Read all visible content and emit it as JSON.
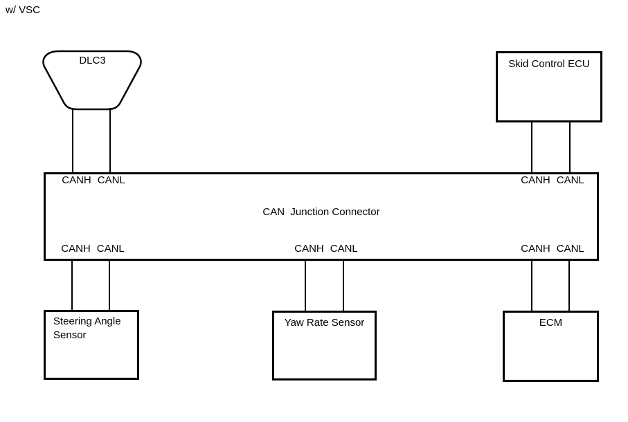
{
  "page": {
    "note": "w/ VSC"
  },
  "components": {
    "dlc3": {
      "label": "DLC3"
    },
    "skid_control_ecu": {
      "label": "Skid Control ECU"
    },
    "can_junction_connector": {
      "label": "CAN  Junction Connector"
    },
    "steering_angle_sensor": {
      "label": "Steering Angle\nSensor"
    },
    "yaw_rate_sensor": {
      "label": "Yaw Rate Sensor"
    },
    "ecm": {
      "label": "ECM"
    }
  },
  "ports": {
    "canh": "CANH",
    "canl": "CANL"
  },
  "colors": {
    "line": "#000000",
    "background": "#ffffff"
  }
}
